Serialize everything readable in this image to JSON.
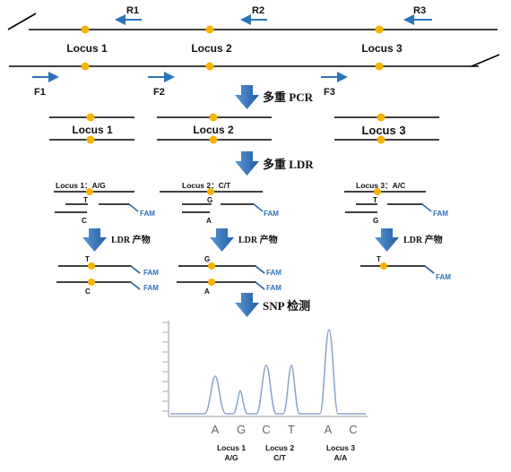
{
  "genome": {
    "loci": [
      "Locus 1",
      "Locus 2",
      "Locus 3"
    ],
    "reverse_primers": [
      "R1",
      "R2",
      "R3"
    ],
    "forward_primers": [
      "F1",
      "F2",
      "F3"
    ]
  },
  "steps": {
    "multiplex_pcr": "多重 PCR",
    "multiplex_ldr": "多重 LDR",
    "ldr_product": "LDR 产物",
    "snp_detect": "SNP 检测"
  },
  "pcr_loci": [
    "Locus 1",
    "Locus 2",
    "Locus 3"
  ],
  "ldr_loci": [
    {
      "label": "Locus 1：A/G",
      "top_base": "T",
      "bottom_base": "C",
      "tag": "FAM"
    },
    {
      "label": "Locus 2：C/T",
      "top_base": "G",
      "bottom_base": "A",
      "tag": "FAM"
    },
    {
      "label": "Locus 3：A/C",
      "top_base": "T",
      "bottom_base": "G",
      "tag": "FAM"
    }
  ],
  "products": [
    {
      "bases": [
        "T",
        "C"
      ],
      "tags": [
        "FAM",
        "FAM"
      ]
    },
    {
      "bases": [
        "G",
        "A"
      ],
      "tags": [
        "FAM",
        "FAM"
      ]
    },
    {
      "bases": [
        "T"
      ],
      "tags": [
        "FAM"
      ]
    }
  ],
  "chart": {
    "peaks": [
      "A",
      "G",
      "C",
      "T",
      "A",
      "C"
    ],
    "groups": [
      {
        "name": "Locus 1",
        "genotype": "A/G"
      },
      {
        "name": "Locus 2",
        "genotype": "C/T"
      },
      {
        "name": "Locus 3",
        "genotype": "A/A"
      }
    ]
  },
  "colors": {
    "arrow": "#2d73b9",
    "dot": "#f5b400",
    "line": "#000000",
    "fam": "#2d73b9",
    "trace": "#8aa4c8"
  }
}
